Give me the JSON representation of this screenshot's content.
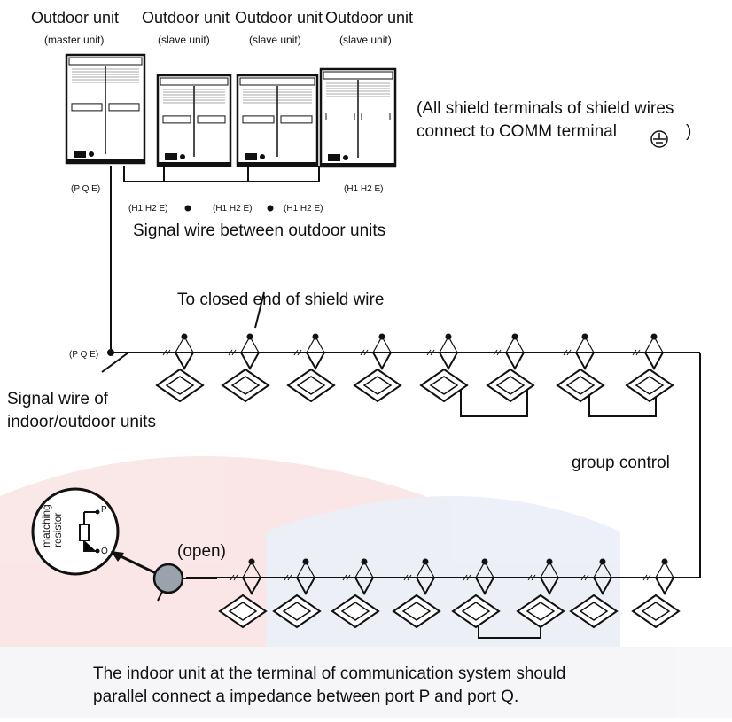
{
  "outdoor_units": [
    {
      "title": "Outdoor unit",
      "role": "(master unit)",
      "terminal": "(P Q E)"
    },
    {
      "title": "Outdoor unit",
      "role": "(slave unit)",
      "terminal": "(H1 H2 E)"
    },
    {
      "title": "Outdoor unit",
      "role": "(slave unit)",
      "terminal": "(H1 H2 E)"
    },
    {
      "title": "Outdoor unit",
      "role": "(slave unit)",
      "terminal": "(H1 H2 E)"
    }
  ],
  "labels": {
    "shield_note_line1": "(All shield terminals of shield wires",
    "shield_note_line2": "connect to COMM terminal",
    "shield_note_close": ")",
    "terminal_last": "(H1 H2 E)",
    "signal_between_outdoor": "Signal wire between outdoor units",
    "closed_end": "To closed end of shield wire",
    "pqe_left": "(P Q E)",
    "signal_indoor_line1": "Signal wire of",
    "signal_indoor_line2": "indoor/outdoor units",
    "group_control": "group control",
    "open": "(open)",
    "resistor_line1": "matching",
    "resistor_line2": "resistor",
    "port_p": "P",
    "port_q": "Q",
    "bottom_line1": "The indoor unit at the terminal of communication system should",
    "bottom_line2": "parallel connect a impedance between port P and port Q."
  },
  "icons": [
    "ground-symbol-icon",
    "indoor-unit-icon",
    "outdoor-unit-icon"
  ],
  "colors": {
    "line": "#111111",
    "connector": "#9aa3ad",
    "watermark_red": "#f2c9c9",
    "watermark_blue": "#d9def0"
  }
}
